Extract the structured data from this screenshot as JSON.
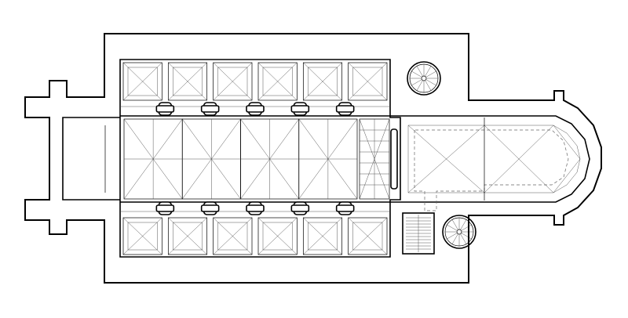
{
  "drawing": {
    "kind": "church-floor-plan",
    "line_color": "#000000",
    "background": "#ffffff",
    "labels": []
  },
  "features": {
    "aisle_bays_per_side": 6,
    "nave_bays": 4,
    "choir_bays": 2,
    "free_piers_per_arcade": 5,
    "spiral_stairs": 2,
    "straight_stair": 1,
    "apse": "polygonal"
  }
}
